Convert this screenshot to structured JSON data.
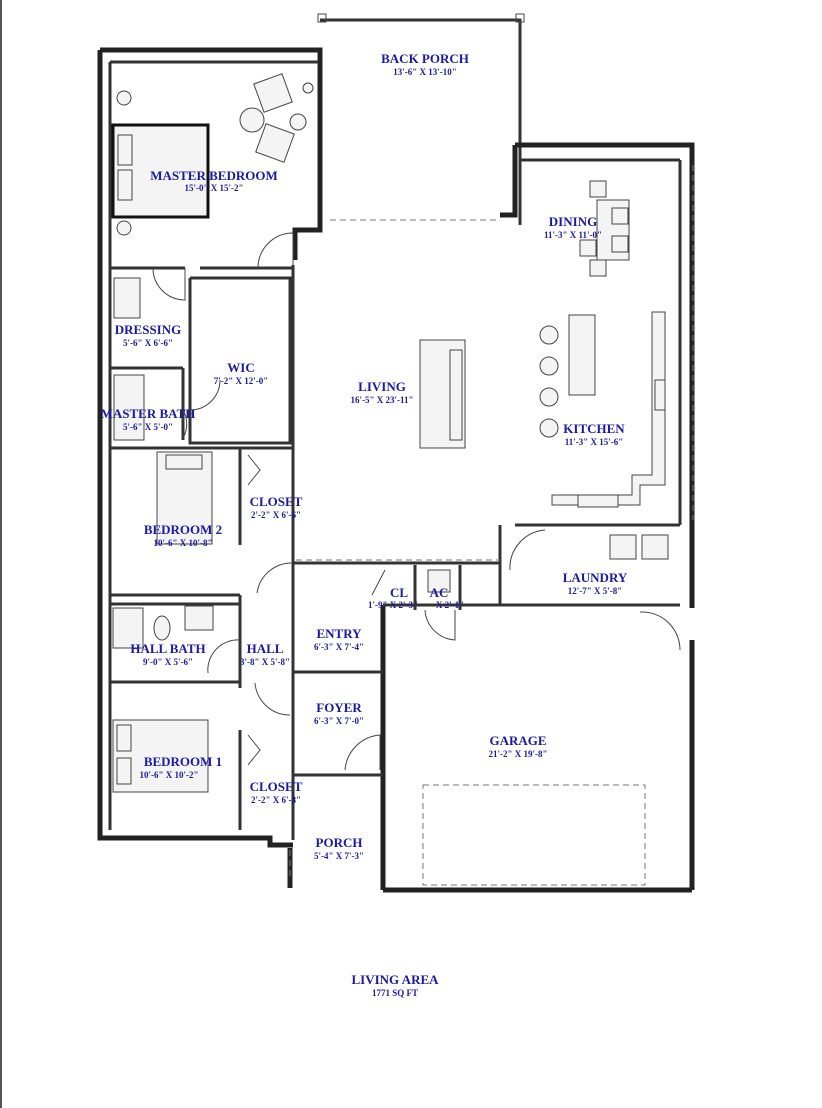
{
  "plan": {
    "rooms": {
      "back_porch": {
        "name": "BACK PORCH",
        "dim": "13'-6\" X 13'-10\""
      },
      "master_bedroom": {
        "name": "MASTER BEDROOM",
        "dim": "15'-0\" X 15'-2\""
      },
      "dining": {
        "name": "DINING",
        "dim": "11'-3\" X 11'-0\""
      },
      "dressing": {
        "name": "DRESSING",
        "dim": "5'-6\" X 6'-6\""
      },
      "wic": {
        "name": "WIC",
        "dim": "7'-2\" X 12'-0\""
      },
      "living": {
        "name": "LIVING",
        "dim": "16'-5\" X 23'-11\""
      },
      "master_bath": {
        "name": "MASTER BATH",
        "dim": "5'-6\" X 5'-0\""
      },
      "kitchen": {
        "name": "KITCHEN",
        "dim": "11'-3\" X 15'-6\""
      },
      "closet_2": {
        "name": "CLOSET",
        "dim": "2'-2\" X 6'-6\""
      },
      "bedroom_2": {
        "name": "BEDROOM 2",
        "dim": "10'-6\" X 10'-8\""
      },
      "laundry": {
        "name": "LAUNDRY",
        "dim": "12'-7\" X 5'-8\""
      },
      "cl": {
        "name": "CL",
        "dim": "1'-9\" X 2'-3\""
      },
      "ac": {
        "name": "AC",
        "dim": "X 2'-1\""
      },
      "entry": {
        "name": "ENTRY",
        "dim": "6'-3\" X 7'-4\""
      },
      "hall_bath": {
        "name": "HALL BATH",
        "dim": "9'-0\" X 5'-6\""
      },
      "hall": {
        "name": "HALL",
        "dim": "3'-8\" X 5'-8\""
      },
      "foyer": {
        "name": "FOYER",
        "dim": "6'-3\" X 7'-0\""
      },
      "garage": {
        "name": "GARAGE",
        "dim": "21'-2\" X 19'-8\""
      },
      "bedroom_1": {
        "name": "BEDROOM 1",
        "dim": "10'-6\" X 10'-2\""
      },
      "closet_1": {
        "name": "CLOSET",
        "dim": "2'-2\" X 6'-8\""
      },
      "porch": {
        "name": "PORCH",
        "dim": "5'-4\" X 7'-3\""
      }
    },
    "summary": {
      "name": "LIVING AREA",
      "dim": "1771 SQ FT"
    }
  }
}
